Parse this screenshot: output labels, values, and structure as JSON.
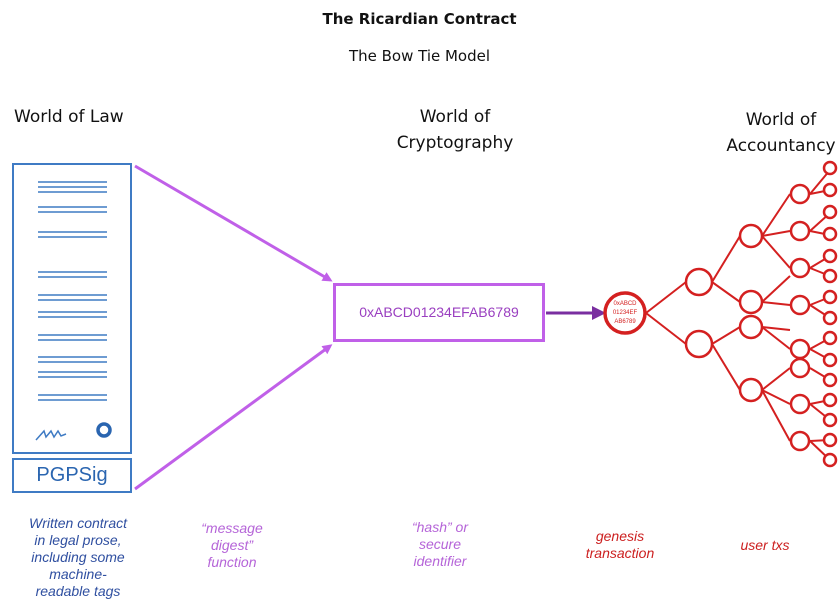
{
  "header": {
    "title": "The Ricardian Contract",
    "subtitle": "The Bow Tie Model"
  },
  "columns": {
    "law": "World of Law",
    "crypto_line1": "World of",
    "crypto_line2": "Cryptography",
    "acct_line1": "World of",
    "acct_line2": "Accountancy"
  },
  "document": {
    "signature_label": "PGPSig"
  },
  "hash": {
    "value": "0xABCD01234EFAB6789"
  },
  "genesis_node": {
    "line1": "0xABCD",
    "line2": "01234EF",
    "line3": "AB6789"
  },
  "captions": {
    "contract": [
      "Written contract",
      "in legal prose,",
      "including some",
      "machine-",
      "readable tags"
    ],
    "digest": [
      "“message",
      "digest”",
      "function"
    ],
    "hash": [
      "“hash” or",
      "secure",
      "identifier"
    ],
    "genesis": [
      "genesis",
      "transaction"
    ],
    "user": "user txs"
  },
  "colors": {
    "doc_blue": "#3f7bc4",
    "arrow_purple": "#c060e8",
    "link_purple": "#7a2fa0",
    "tx_red": "#d42020",
    "caption_blue": "#2f4fa0",
    "caption_purple": "#b564d8",
    "caption_red": "#cc1f1f"
  }
}
